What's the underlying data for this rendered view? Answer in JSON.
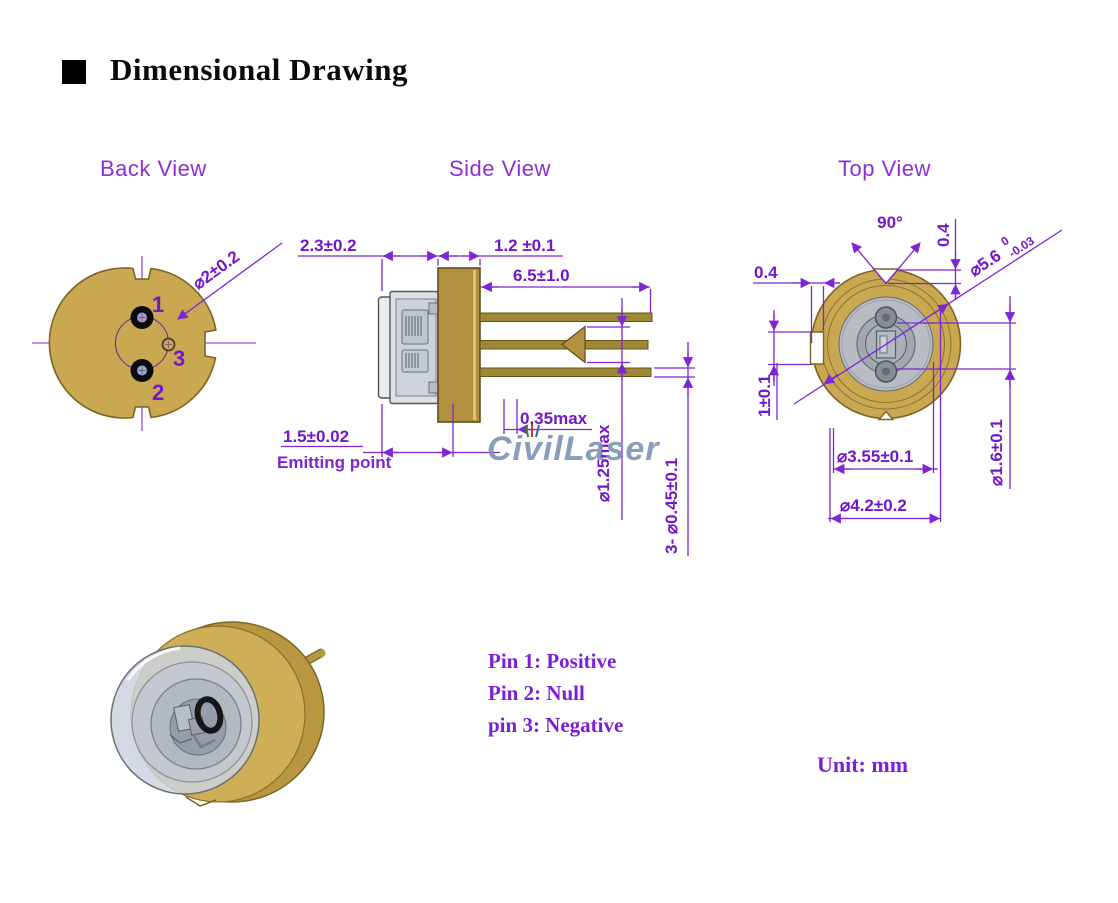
{
  "header": {
    "title": "Dimensional Drawing"
  },
  "back_view": {
    "title": "Back View",
    "pin1": "1",
    "pin2": "2",
    "pin3": "3",
    "dim_pin_circle": "⌀2±0.2"
  },
  "side_view": {
    "title": "Side View",
    "dim_cap_length": "2.3±0.2",
    "dim_flange_thickness": "1.2 ±0.1",
    "dim_pin_length": "6.5±1.0",
    "dim_step": "0.35max",
    "dim_emitting": "1.5±0.02",
    "emitting_point": "Emitting point",
    "dim_seal": "⌀1.25max",
    "dim_pin_dia": "3- ⌀0.45±0.1"
  },
  "top_view": {
    "title": "Top View",
    "dim_angle": "90°",
    "dim_notch_depth_top": "0.4",
    "dim_notch_depth_left": "0.4",
    "dim_notch_width": "1±0.1",
    "dim_can": "⌀5.6",
    "dim_can_tol_upper": "0",
    "dim_can_tol_lower": "-0.03",
    "dim_window": "⌀1.6±0.1",
    "dim_header": "⌀3.55±0.1",
    "dim_flange": "⌀4.2±0.2"
  },
  "pinout": {
    "pin1": "Pin 1: Positive",
    "pin2": "Pin 2: Null",
    "pin3": "pin 3: Negative"
  },
  "unit": "Unit: mm",
  "watermark": {
    "p1": "Ci",
    "p2": "v",
    "p3": "ilLaser"
  },
  "colors": {
    "dimension_purple": "#7d26d4",
    "view_title_purple": "#8d2fd6",
    "gold": "#c9a851",
    "watermark_blue": "#7c93b4"
  }
}
